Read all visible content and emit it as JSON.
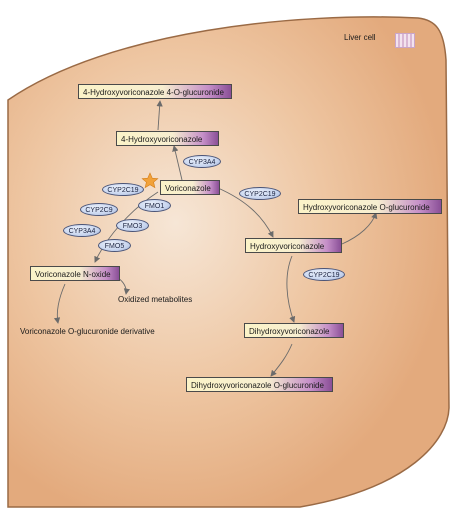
{
  "cell": {
    "label": "Liver cell"
  },
  "compounds": {
    "glucuronide_4oh": "4-Hydroxyvoriconazole 4-O-glucuronide",
    "hydroxy_4": "4-Hydroxyvoriconazole",
    "voriconazole": "Voriconazole",
    "hydroxy_glucuronide": "Hydroxyvoriconazole O-glucuronide",
    "hydroxy": "Hydroxyvoriconazole",
    "n_oxide": "Voriconazole N-oxide",
    "dihydroxy": "Dihydroxyvoriconazole",
    "dihydroxy_glucuronide": "Dihydroxyvoriconazole O-glucuronide"
  },
  "products": {
    "oxidized": "Oxidized metabolites",
    "o_glucuronide": "Voriconazole O-glucuronide derivative"
  },
  "enzymes": {
    "cyp3a4_top": "CYP3A4",
    "cyp2c19_left": "CYP2C19",
    "cyp2c9": "CYP2C9",
    "fmo1": "FMO1",
    "cyp3a4_left": "CYP3A4",
    "fmo3": "FMO3",
    "fmo5": "FMO5",
    "cyp2c19_right": "CYP2C19",
    "cyp2c19_lower": "CYP2C19"
  },
  "colors": {
    "cell_fill": "#e8b48a",
    "cell_center": "#f6e6d6",
    "cell_border": "#9a6a45",
    "arrow": "#6b6b6b",
    "star": "#f2a23a"
  }
}
